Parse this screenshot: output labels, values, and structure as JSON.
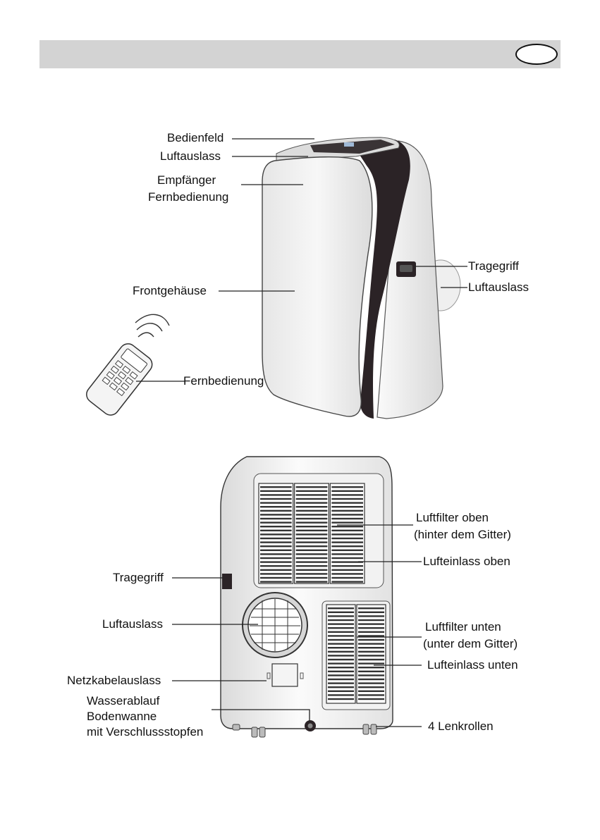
{
  "header": {
    "language_badge": ""
  },
  "top_labels": {
    "control_panel": "Bedienfeld",
    "air_outlet_top": "Luftauslass",
    "receiver_line1": "Empfänger",
    "receiver_line2": "Fernbedienung",
    "front_housing": "Frontgehäuse",
    "remote_control": "Fernbedienung",
    "carry_handle": "Tragegriff",
    "air_outlet_side": "Luftauslass"
  },
  "bottom_labels": {
    "air_filter_top_line1": "Luftfilter oben",
    "air_filter_top_line2": "(hinter dem Gitter)",
    "air_inlet_top": "Lufteinlass oben",
    "carry_handle": "Tragegriff",
    "air_outlet": "Luftauslass",
    "air_filter_bottom_line1": "Luftfilter unten",
    "air_filter_bottom_line2": "(unter dem Gitter)",
    "air_inlet_bottom": "Lufteinlass unten",
    "power_cable_outlet": "Netzkabelauslass",
    "drain_line1": "Wasserablauf",
    "drain_line2": "Bodenwanne",
    "drain_line3": "mit Verschlussstopfen",
    "casters": "4 Lenkrollen"
  },
  "colors": {
    "header_bar": "#d3d3d3",
    "unit_dark_trim": "#2b2326",
    "outline": "#333333"
  }
}
